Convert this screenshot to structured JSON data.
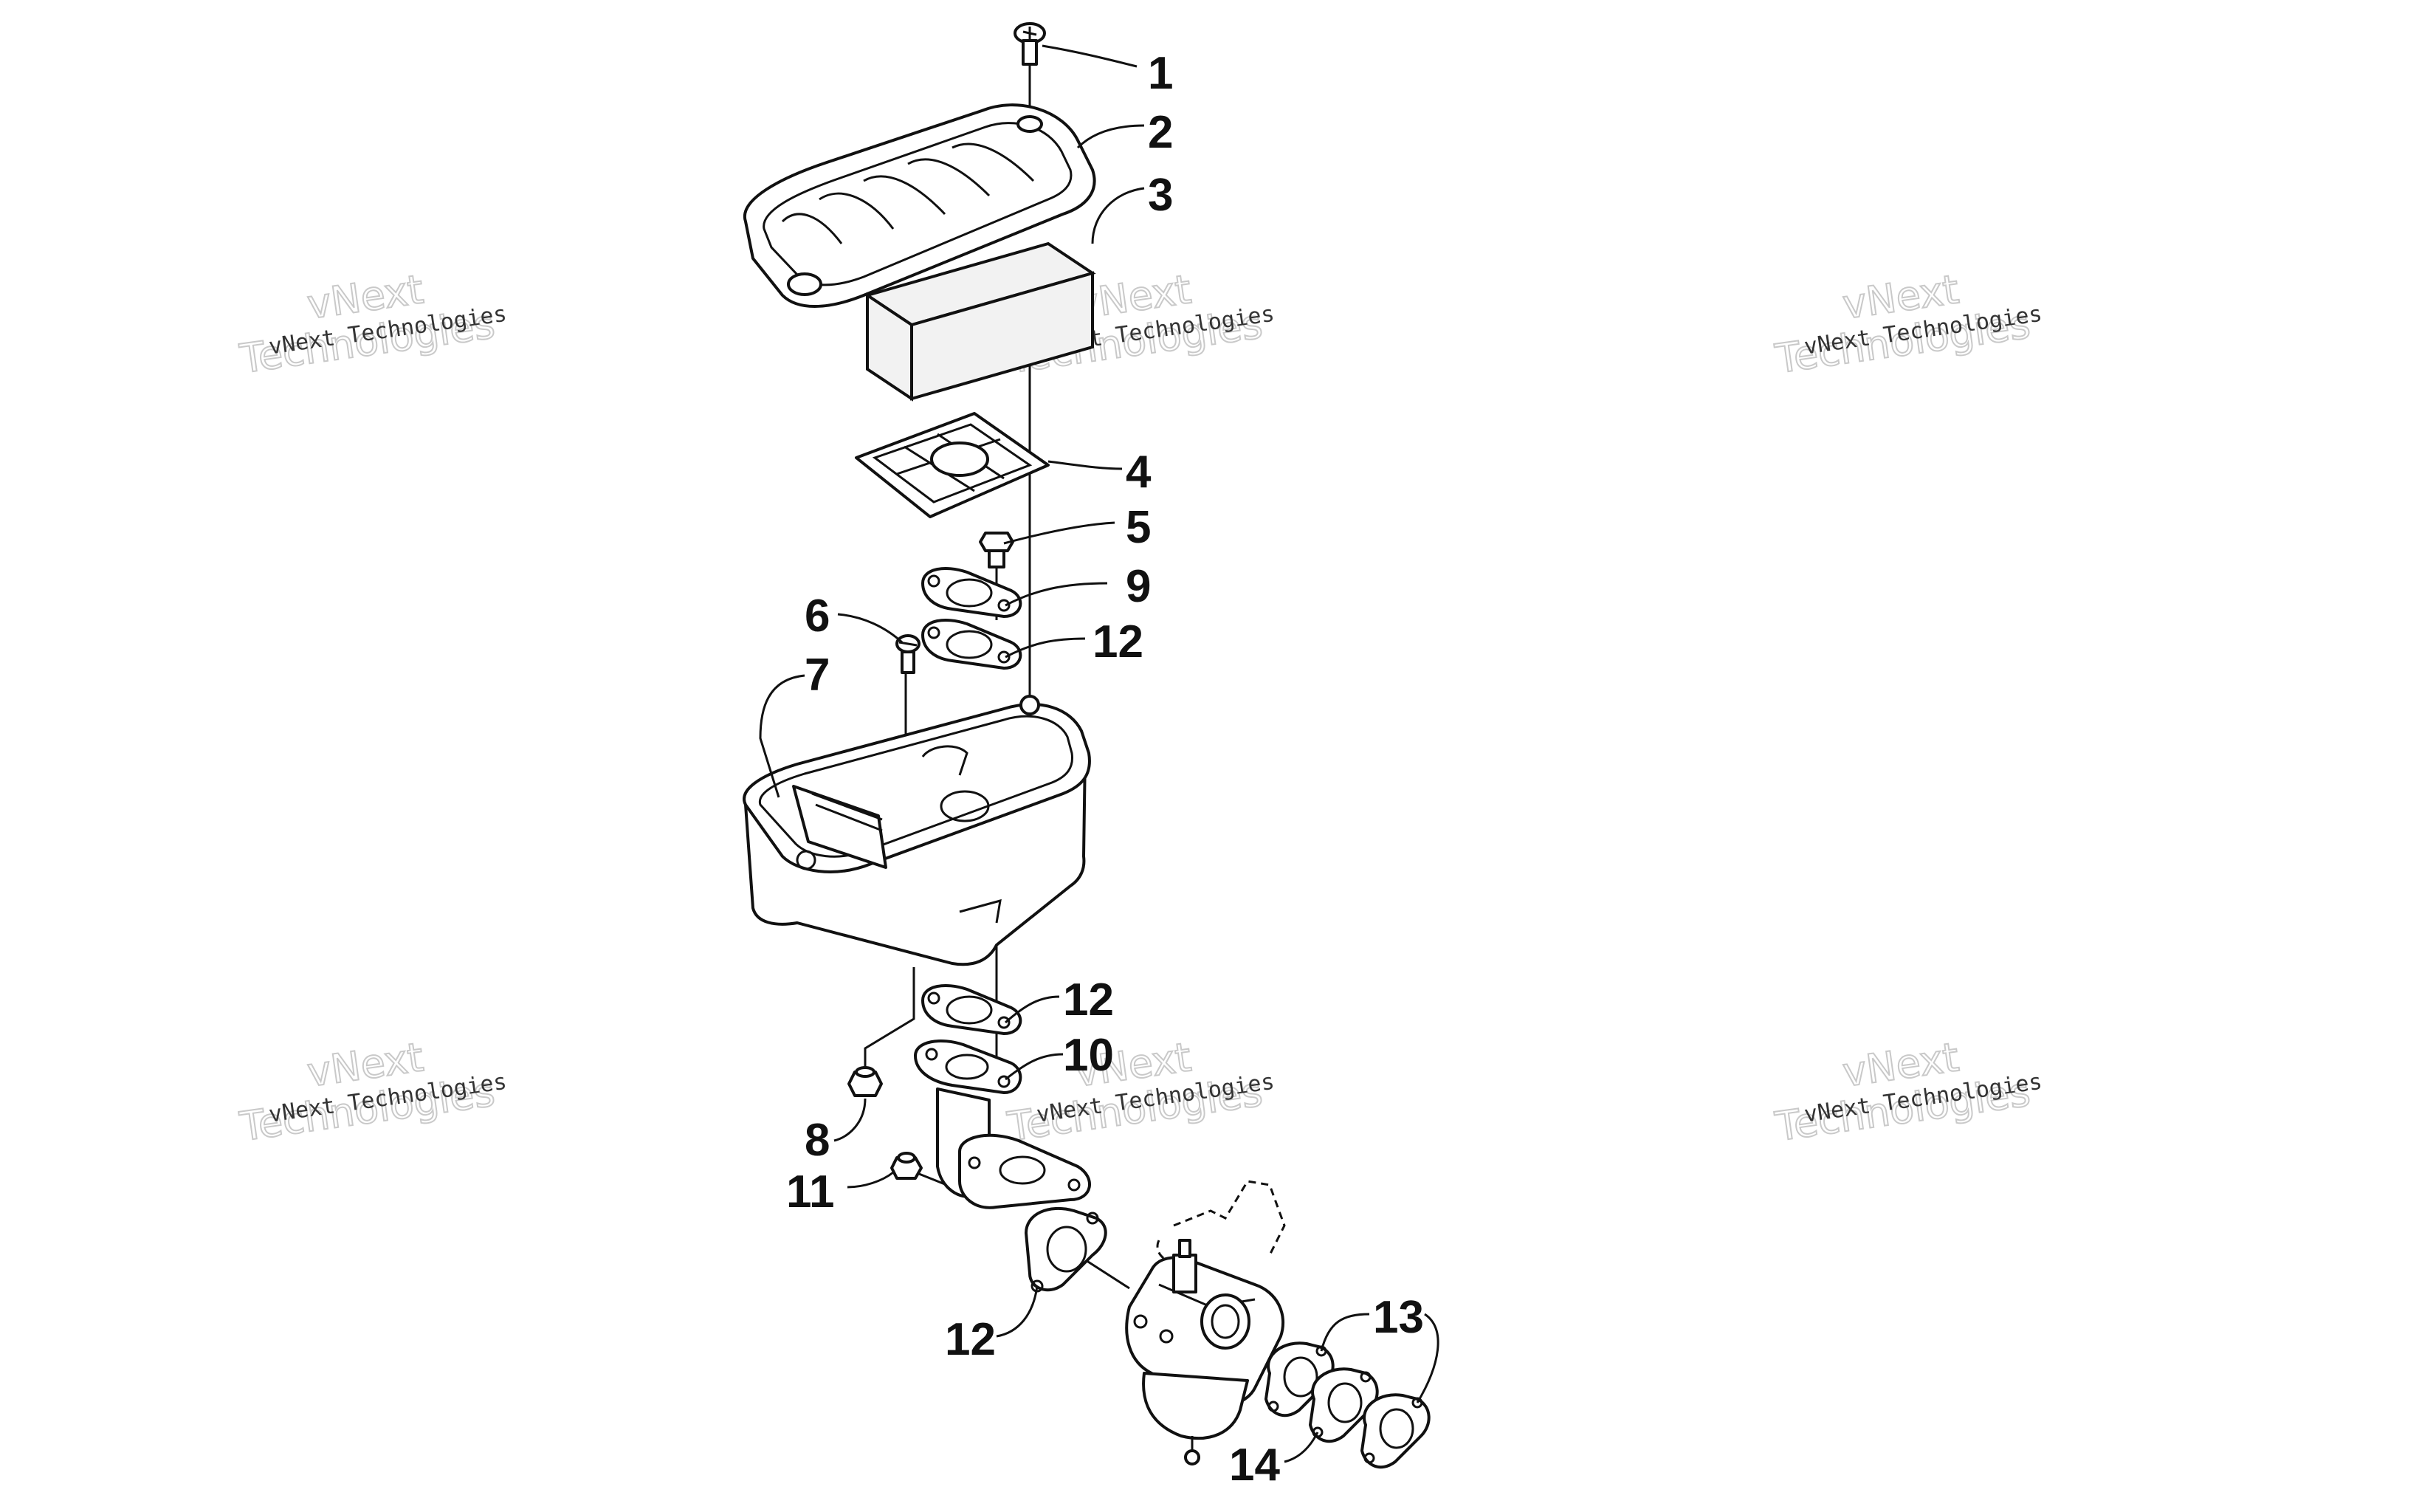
{
  "diagram": {
    "callouts": [
      {
        "id": "c1",
        "label": "1"
      },
      {
        "id": "c2",
        "label": "2"
      },
      {
        "id": "c3",
        "label": "3"
      },
      {
        "id": "c4",
        "label": "4"
      },
      {
        "id": "c5",
        "label": "5"
      },
      {
        "id": "c9",
        "label": "9"
      },
      {
        "id": "c12a",
        "label": "12"
      },
      {
        "id": "c6",
        "label": "6"
      },
      {
        "id": "c7",
        "label": "7"
      },
      {
        "id": "c12b",
        "label": "12"
      },
      {
        "id": "c10",
        "label": "10"
      },
      {
        "id": "c8",
        "label": "8"
      },
      {
        "id": "c11",
        "label": "11"
      },
      {
        "id": "c12c",
        "label": "12"
      },
      {
        "id": "c13",
        "label": "13"
      },
      {
        "id": "c14",
        "label": "14"
      }
    ]
  },
  "watermark": {
    "line1": "vNext Technologies",
    "line2a": "vNext",
    "line2b": "Technologies"
  }
}
